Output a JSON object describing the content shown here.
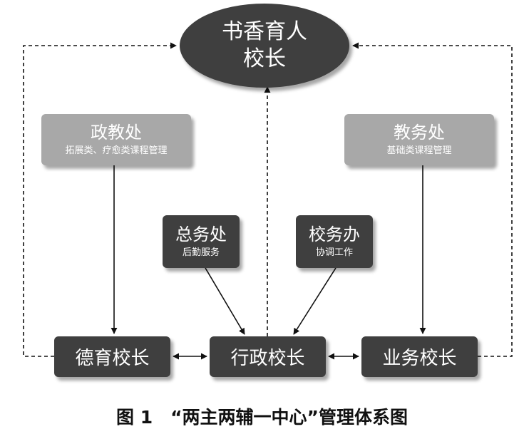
{
  "diagram": {
    "top": {
      "line1": "书香育人",
      "line2": "校长"
    },
    "zhengjiaochu": {
      "title": "政教处",
      "subtitle": "拓展类、疗愈类课程管理"
    },
    "jiaowuchu": {
      "title": "教务处",
      "subtitle": "基础类课程管理"
    },
    "zongwuchu": {
      "title": "总务处",
      "subtitle": "后勤服务"
    },
    "xiaowuban": {
      "title": "校务办",
      "subtitle": "协调工作"
    },
    "deyu": "德育校长",
    "xingzheng": "行政校长",
    "yewu": "业务校长"
  },
  "caption": "图 1　“两主两辅一中心”管理体系图",
  "colors": {
    "dark_box": "#3f3f3f",
    "gray_box": "#a8a8a8"
  }
}
